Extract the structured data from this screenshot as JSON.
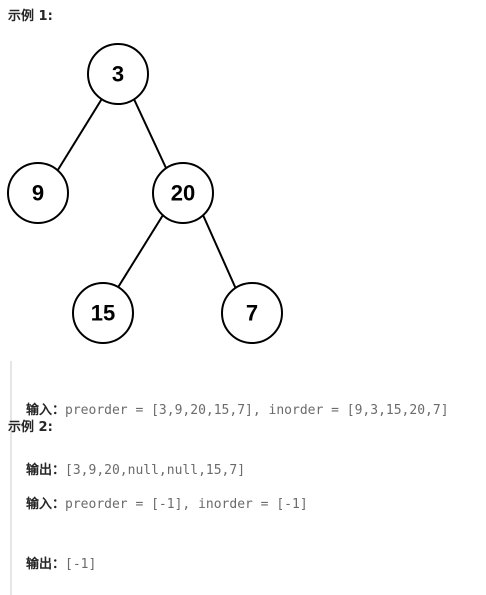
{
  "example1": {
    "heading": "示例 1:",
    "tree": {
      "nodes": {
        "root": "3",
        "left": "9",
        "right": "20",
        "right_left": "15",
        "right_right": "7"
      }
    },
    "input_label": "输入：",
    "input_value": "preorder = [3,9,20,15,7], inorder = [9,3,15,20,7]",
    "output_label": "输出：",
    "output_value": "[3,9,20,null,null,15,7]"
  },
  "example2": {
    "heading": "示例 2:",
    "input_label": "输入：",
    "input_value": "preorder = [-1], inorder = [-1]",
    "output_label": "输出：",
    "output_value": "[-1]"
  }
}
